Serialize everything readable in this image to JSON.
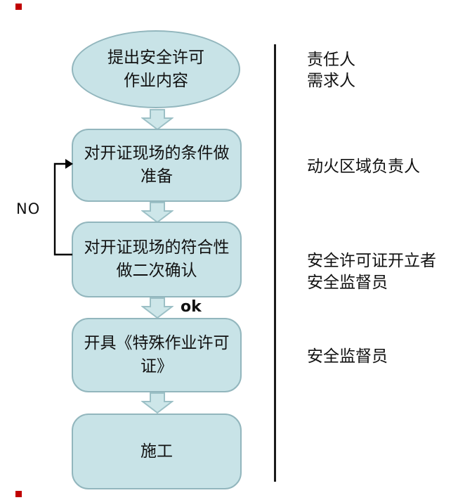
{
  "flow": {
    "nodes": [
      {
        "shape": "ellipse",
        "lines": [
          "提出安全许可",
          "作业内容"
        ]
      },
      {
        "shape": "rounded",
        "lines": [
          "对开证现场的条件做",
          "准备"
        ]
      },
      {
        "shape": "rounded",
        "lines": [
          "对开证现场的符合性",
          "做二次确认"
        ]
      },
      {
        "shape": "rounded",
        "lines": [
          "开具《特殊作业许可",
          "证》"
        ]
      },
      {
        "shape": "rounded",
        "lines": [
          "施工"
        ]
      }
    ],
    "no_label": "NO",
    "ok_label": "ok"
  },
  "roles": [
    {
      "lines": [
        "责任人",
        "需求人"
      ]
    },
    {
      "lines": [
        "动火区域负责人"
      ]
    },
    {
      "lines": [
        "安全许可证开立者",
        "安全监督员"
      ]
    },
    {
      "lines": [
        "安全监督员"
      ]
    }
  ],
  "colors": {
    "shape_fill": "#c8e3e7",
    "shape_border": "#92b6bd",
    "arrow_fill": "#cde6e9",
    "arrow_border": "#9cc0c6",
    "connector": "#000000",
    "divider": "#1a1a1a",
    "text": "#111111",
    "marker": "#c00000"
  }
}
